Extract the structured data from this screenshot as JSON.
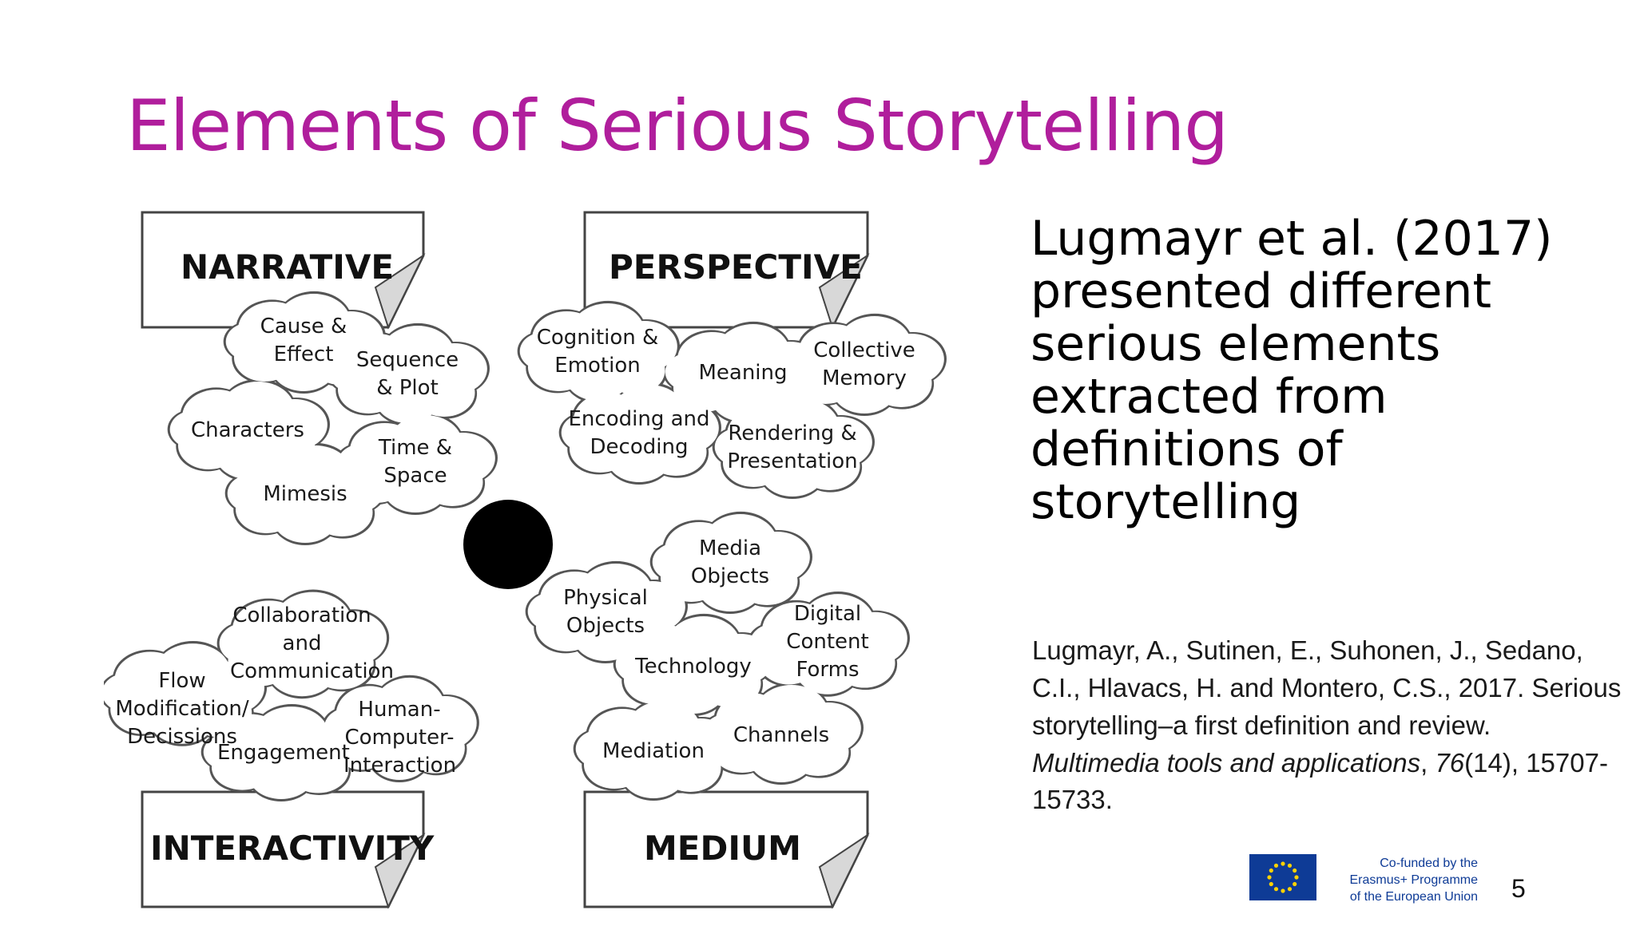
{
  "slide": {
    "title": "Elements of Serious Storytelling",
    "page_number": "5"
  },
  "figure": {
    "boxes": {
      "narrative": "NARRATIVE",
      "perspective": "PERSPECTIVE",
      "interactivity": "INTERACTIVITY",
      "medium": "MEDIUM"
    },
    "clouds": {
      "cause_effect": "Cause &\nEffect",
      "sequence_plot": "Sequence\n& Plot",
      "characters": "Characters",
      "time_space": "Time &\nSpace",
      "mimesis": "Mimesis",
      "cognition_emotion": "Cognition &\nEmotion",
      "meaning": "Meaning",
      "collective_memory": "Collective\nMemory",
      "encoding_decoding": "Encoding and\nDecoding",
      "rendering_presentation": "Rendering &\nPresentation",
      "collaboration_communication": "Collaboration\nand\nCommunication",
      "flow_modification": "Flow\nModification/\nDecissions",
      "human_computer_interaction": "Human-\nComputer-\nInteraction",
      "engagement": "Engagement",
      "media_objects": "Media\nObjects",
      "physical_objects": "Physical\nObjects",
      "digital_content_forms": "Digital\nContent\nForms",
      "technology": "Technology",
      "mediation": "Mediation",
      "channels": "Channels"
    }
  },
  "main_text": "Lugmayr et al. (2017) presented different serious elements extracted from definitions of storytelling",
  "reference": {
    "authors": "Lugmayr, A., Sutinen, E., Suhonen, J., Sedano, C.I., Hlavacs, H. and Montero, C.S., 2017. Serious storytelling–a first definition and review. ",
    "journal": "Multimedia tools and applications",
    "sep1": ", ",
    "volume": "76",
    "issue_pages": "(14), 15707-15733."
  },
  "eu_logo": {
    "text": "Co-funded by the\nErasmus+ Programme\nof the European Union",
    "color": "#0e3b96"
  },
  "colors": {
    "title": "#b01e9c"
  }
}
